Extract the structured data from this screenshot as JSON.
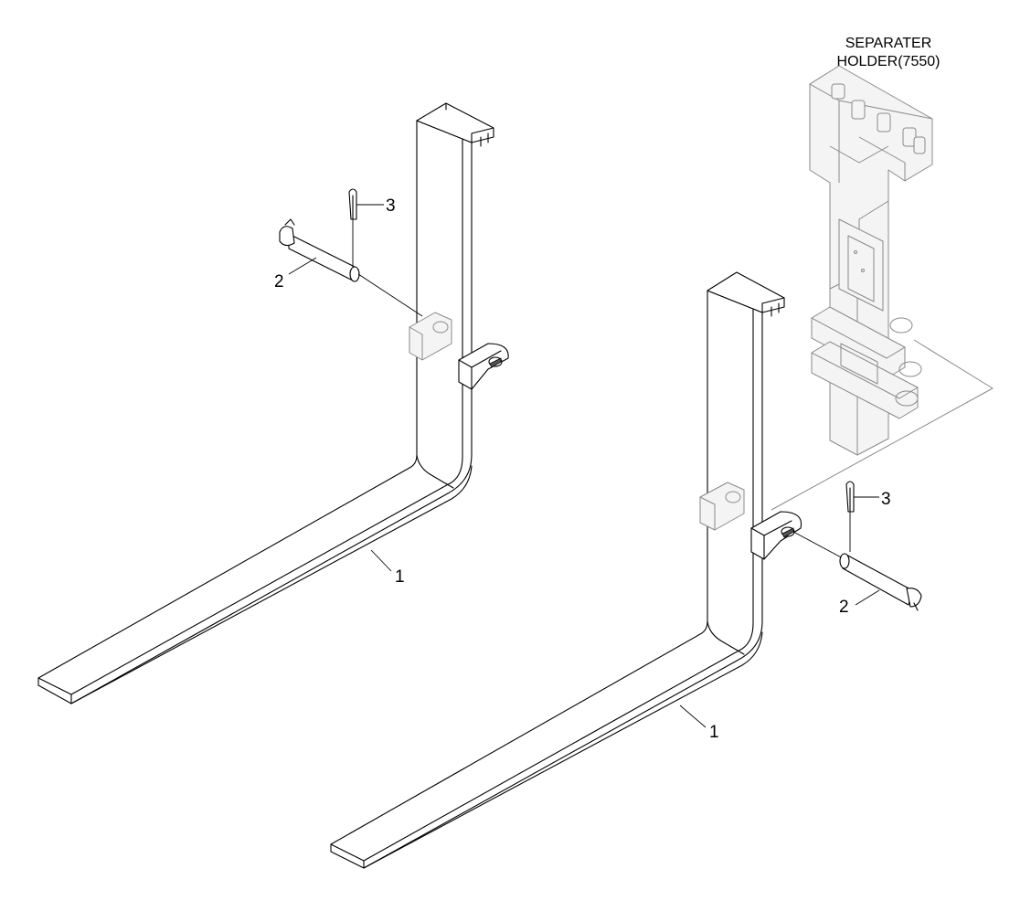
{
  "diagram": {
    "title_line1": "SEPARATER",
    "title_line2": "HOLDER(7550)",
    "callouts": {
      "left_fork": "1",
      "left_pin": "2",
      "left_cotter": "3",
      "right_fork": "1",
      "right_pin": "2",
      "right_cotter": "3"
    }
  }
}
